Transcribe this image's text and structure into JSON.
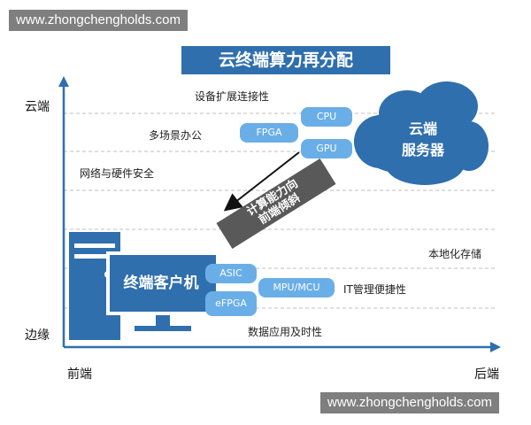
{
  "watermark_top": "www.zhongchengholds.com",
  "watermark_bottom": "www.zhongchengholds.com",
  "title": "云终端算力再分配",
  "axis": {
    "y_top": "云端",
    "y_bottom": "边缘",
    "x_left": "前端",
    "x_right": "后端"
  },
  "cloud": {
    "line1": "云端",
    "line2": "服务器"
  },
  "terminal": "终端客户机",
  "arrow_box": {
    "line1": "计算能力向",
    "line2": "前端倾斜"
  },
  "chips": {
    "cpu": "CPU",
    "fpga": "FPGA",
    "gpu": "GPU",
    "asic": "ASIC",
    "efpga": "eFPGA",
    "mpu_mcu": "MPU/MCU"
  },
  "features": {
    "device_expand": "设备扩展连接性",
    "multi_office": "多场景办公",
    "net_hw_security": "网络与硬件安全",
    "local_storage": "本地化存储",
    "it_management": "IT管理便捷性",
    "data_timeliness": "数据应用及时性"
  },
  "colors": {
    "blue_dark": "#2f6fad",
    "blue_light": "#6aaee8",
    "gray_box": "#595959"
  }
}
